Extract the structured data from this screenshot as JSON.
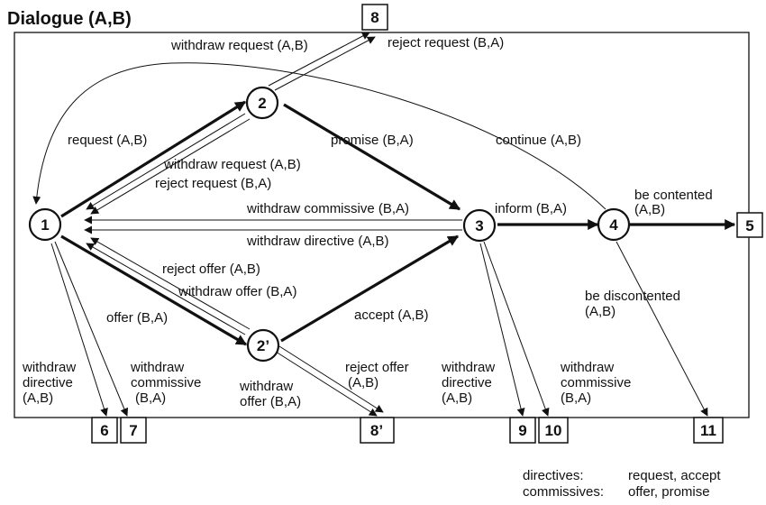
{
  "title": "Dialogue (A,B)",
  "states": {
    "s1": "1",
    "s2": "2",
    "s2p": "2’",
    "s3": "3",
    "s4": "4"
  },
  "terminals": {
    "t5": "5",
    "t6": "6",
    "t7": "7",
    "t8": "8",
    "t8p": "8’",
    "t9": "9",
    "t10": "10",
    "t11": "11"
  },
  "labels": {
    "withdraw_request_top": "withdraw request (A,B)",
    "reject_request_top": "reject request (B,A)",
    "request": "request (A,B)",
    "promise": "promise (B,A)",
    "continue": "continue (A,B)",
    "withdraw_request_mid": "withdraw request (A,B)",
    "reject_request_mid": "reject request (B,A)",
    "withdraw_commissive": "withdraw commissive (B,A)",
    "withdraw_directive": "withdraw directive (A,B)",
    "inform": "inform (B,A)",
    "be_contented_1": "be contented",
    "be_contented_2": "(A,B)",
    "be_discontented_1": "be discontented",
    "be_discontented_2": "(A,B)",
    "reject_offer": "reject offer (A,B)",
    "withdraw_offer": "withdraw offer (B,A)",
    "offer": "offer (B,A)",
    "accept": "accept (A,B)",
    "w_dir_left_1": "withdraw",
    "w_dir_left_2": "directive",
    "w_dir_left_3": "(A,B)",
    "w_com_left_1": "withdraw",
    "w_com_left_2": "commissive",
    "w_com_left_3": "(B,A)",
    "w_off_bot_1": "withdraw",
    "w_off_bot_2": "offer (B,A)",
    "rej_off_bot_1": "reject offer",
    "rej_off_bot_2": "(A,B)",
    "w_dir_right_1": "withdraw",
    "w_dir_right_2": "directive",
    "w_dir_right_3": "(A,B)",
    "w_com_right_1": "withdraw",
    "w_com_right_2": "commissive",
    "w_com_right_3": "(B,A)"
  },
  "legend": {
    "directives_key": "directives:",
    "directives_val": "request,  accept",
    "commissives_key": "commissives:",
    "commissives_val": "offer,  promise"
  }
}
